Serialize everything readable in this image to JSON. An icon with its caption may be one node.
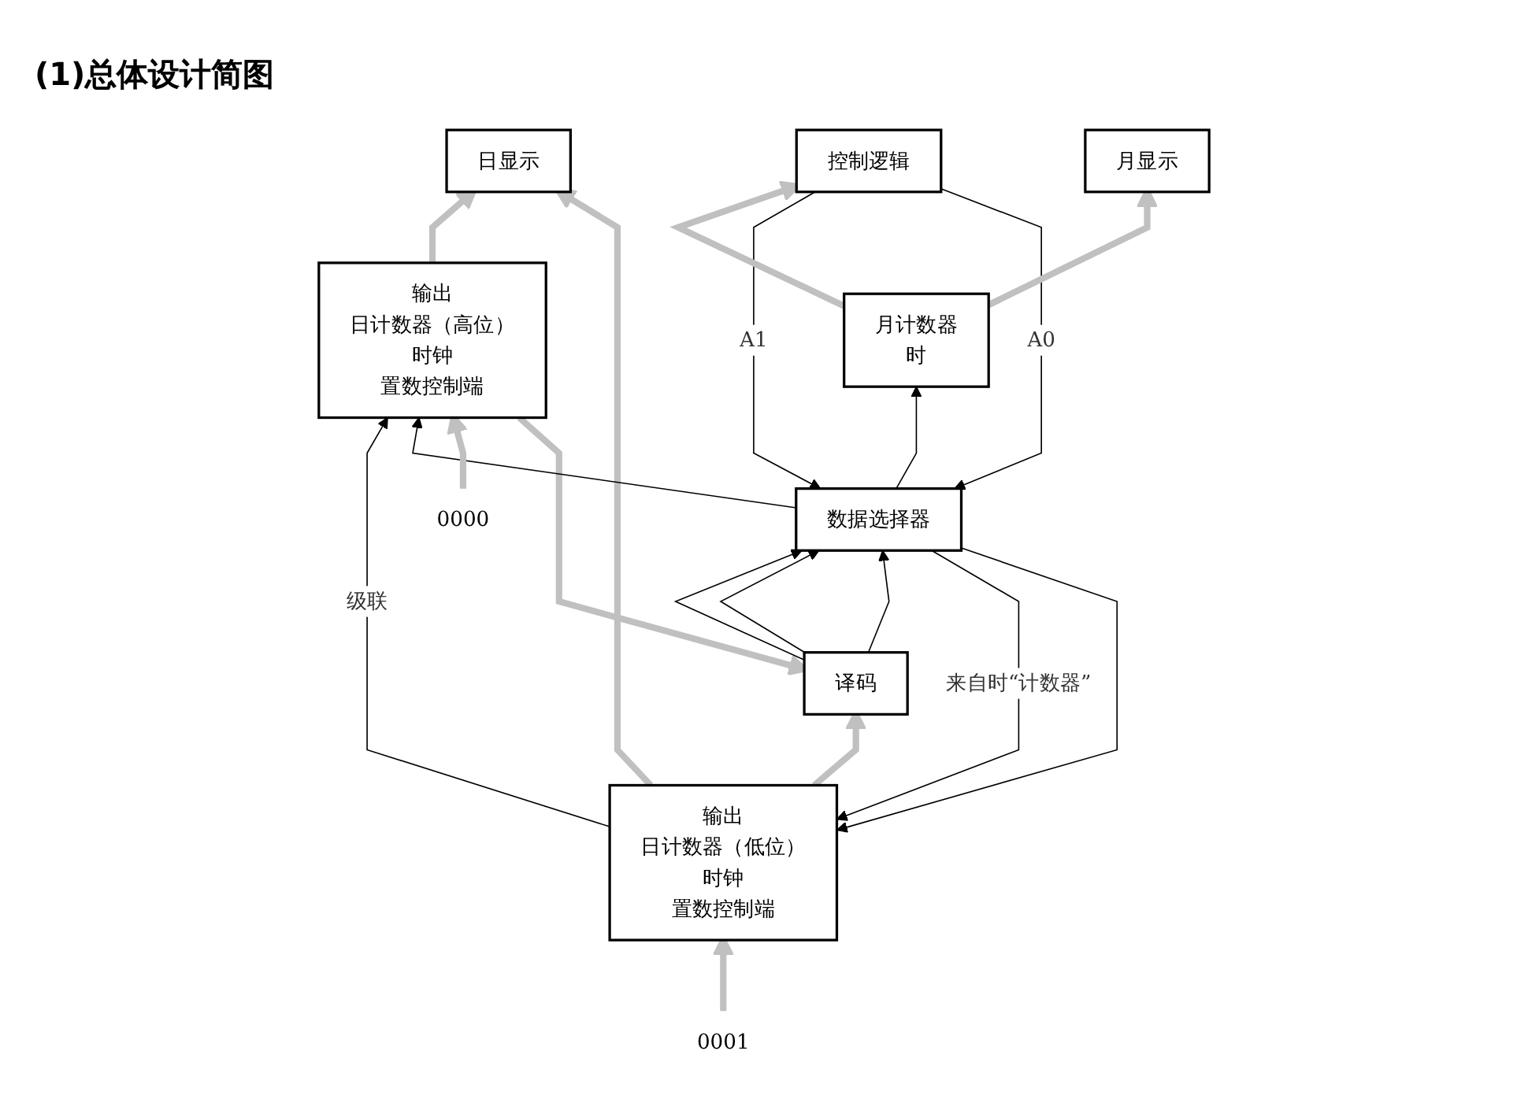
{
  "diagram": {
    "title": "(1)总体设计简图",
    "nodes": [
      {
        "text": [
          "日显示"
        ]
      },
      {
        "text": [
          "月显示"
        ]
      },
      {
        "text": [
          "译码"
        ]
      },
      {
        "text": [
          "输出",
          "日计数器（高位）",
          "时钟",
          "置数控制端"
        ]
      },
      {
        "text": [
          "输出",
          "日计数器（低位）",
          "时钟",
          "置数控制端"
        ]
      },
      {
        "text": [
          "数据选择器"
        ]
      },
      {
        "text": [
          "控制逻辑"
        ]
      },
      {
        "text": [
          "月计数器",
          "时"
        ]
      },
      {
        "text": [
          "0000"
        ]
      },
      {
        "text": [
          "0001"
        ]
      }
    ],
    "edges": [
      {
        "from": 3,
        "to": 0,
        "arrow": "to",
        "style": "thick",
        "color": "#c0c0c0"
      },
      {
        "from": 4,
        "to": 0,
        "arrow": "to",
        "style": "thick",
        "color": "#c0c0c0"
      },
      {
        "from": 3,
        "to": 2,
        "arrow": "to",
        "style": "thick",
        "color": "#c0c0c0"
      },
      {
        "from": 4,
        "to": 2,
        "arrow": "to",
        "style": "thick",
        "color": "#c0c0c0"
      },
      {
        "from": 2,
        "to": 5,
        "arrow": "to"
      },
      {
        "from": 2,
        "to": 5,
        "arrow": "to"
      },
      {
        "from": 2,
        "to": 5,
        "arrow": "to"
      },
      {
        "from": 5,
        "to": 4,
        "arrow": "to",
        "label": "来自时“计数器”"
      },
      {
        "from": 4,
        "to": 3,
        "arrow": "to",
        "label": "级联"
      },
      {
        "from": 6,
        "to": 5,
        "arrow": "to",
        "label": "A1"
      },
      {
        "from": 6,
        "to": 5,
        "arrow": "to",
        "label": "A0"
      },
      {
        "from": 7,
        "to": 6,
        "arrow": "to",
        "style": "thick",
        "color": "#c0c0c0"
      },
      {
        "from": 7,
        "to": 1,
        "arrow": "to",
        "style": "thick",
        "color": "#c0c0c0"
      },
      {
        "from": 5,
        "to": 7,
        "arrow": "to"
      },
      {
        "from": 5,
        "to": 3,
        "arrow": "to"
      },
      {
        "from": 5,
        "to": 4,
        "arrow": "to"
      },
      {
        "from": 8,
        "to": 3,
        "arrow": "to",
        "style": "thick",
        "color": "#c0c0c0"
      },
      {
        "from": 9,
        "to": 4,
        "arrow": "to",
        "style": "thick",
        "color": "#c0c0c0"
      }
    ]
  }
}
